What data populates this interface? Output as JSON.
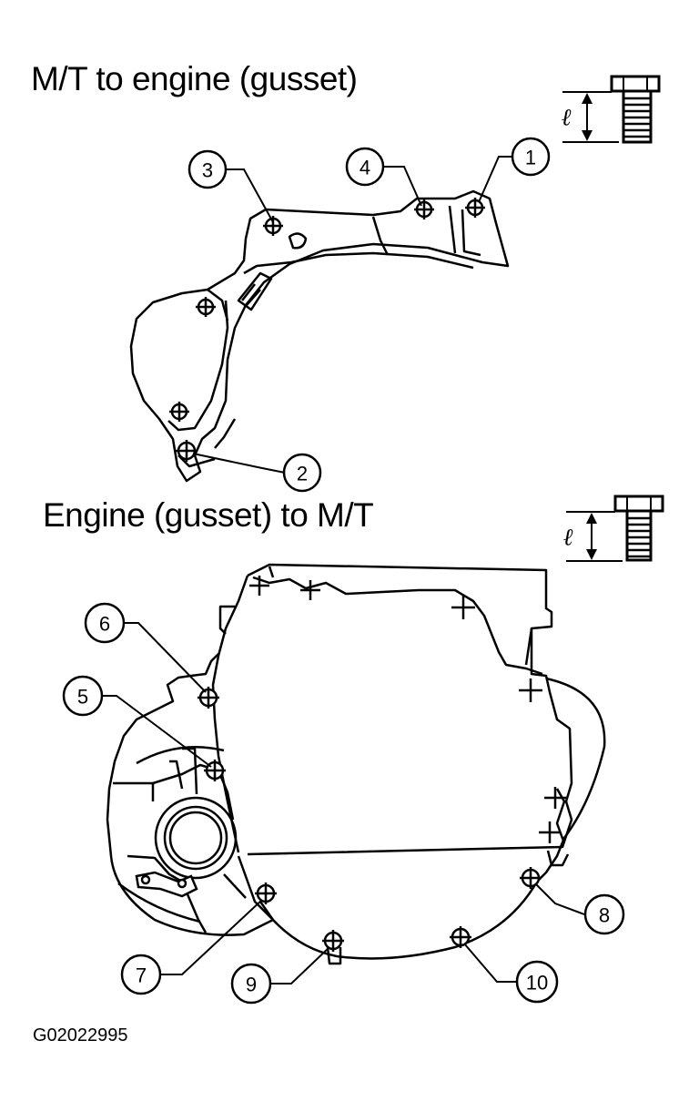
{
  "titles": {
    "top": "M/T to engine (gusset)",
    "bottom": "Engine (gusset) to M/T"
  },
  "length_symbol": "ℓ",
  "figure_id": "G02022995",
  "callouts": {
    "c1": "1",
    "c2": "2",
    "c3": "3",
    "c4": "4",
    "c5": "5",
    "c6": "6",
    "c7": "7",
    "c8": "8",
    "c9": "9",
    "c10": "10"
  },
  "colors": {
    "ink": "#000000",
    "paper": "#ffffff"
  },
  "icons": [
    "bolt-icon",
    "dimension-arrow-icon",
    "bolt-hole-icon"
  ]
}
